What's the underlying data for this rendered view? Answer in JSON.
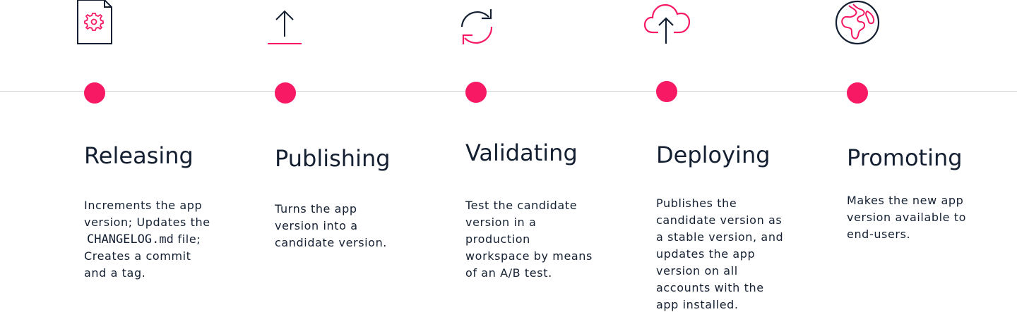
{
  "colors": {
    "accent": "#f71963",
    "ink": "#142032",
    "line": "#cfd1d6"
  },
  "steps": [
    {
      "id": "releasing",
      "icon": "file-gear-icon",
      "title": "Releasing",
      "desc_before": "Increments the app version; Updates the",
      "desc_code": "CHANGELOG.md",
      "desc_after": "file; Creates a commit and a tag."
    },
    {
      "id": "publishing",
      "icon": "upload-arrow-icon",
      "title": "Publishing",
      "desc": "Turns the app version into a candidate version."
    },
    {
      "id": "validating",
      "icon": "refresh-cycle-icon",
      "title": "Validating",
      "desc": "Test the candidate version in a production workspace by means of an A/B test."
    },
    {
      "id": "deploying",
      "icon": "cloud-upload-icon",
      "title": "Deploying",
      "desc": "Publishes the candidate version as a stable version, and updates the app version on all accounts with the app installed."
    },
    {
      "id": "promoting",
      "icon": "globe-icon",
      "title": "Promoting",
      "desc": "Makes the new app version available to end-users."
    }
  ]
}
